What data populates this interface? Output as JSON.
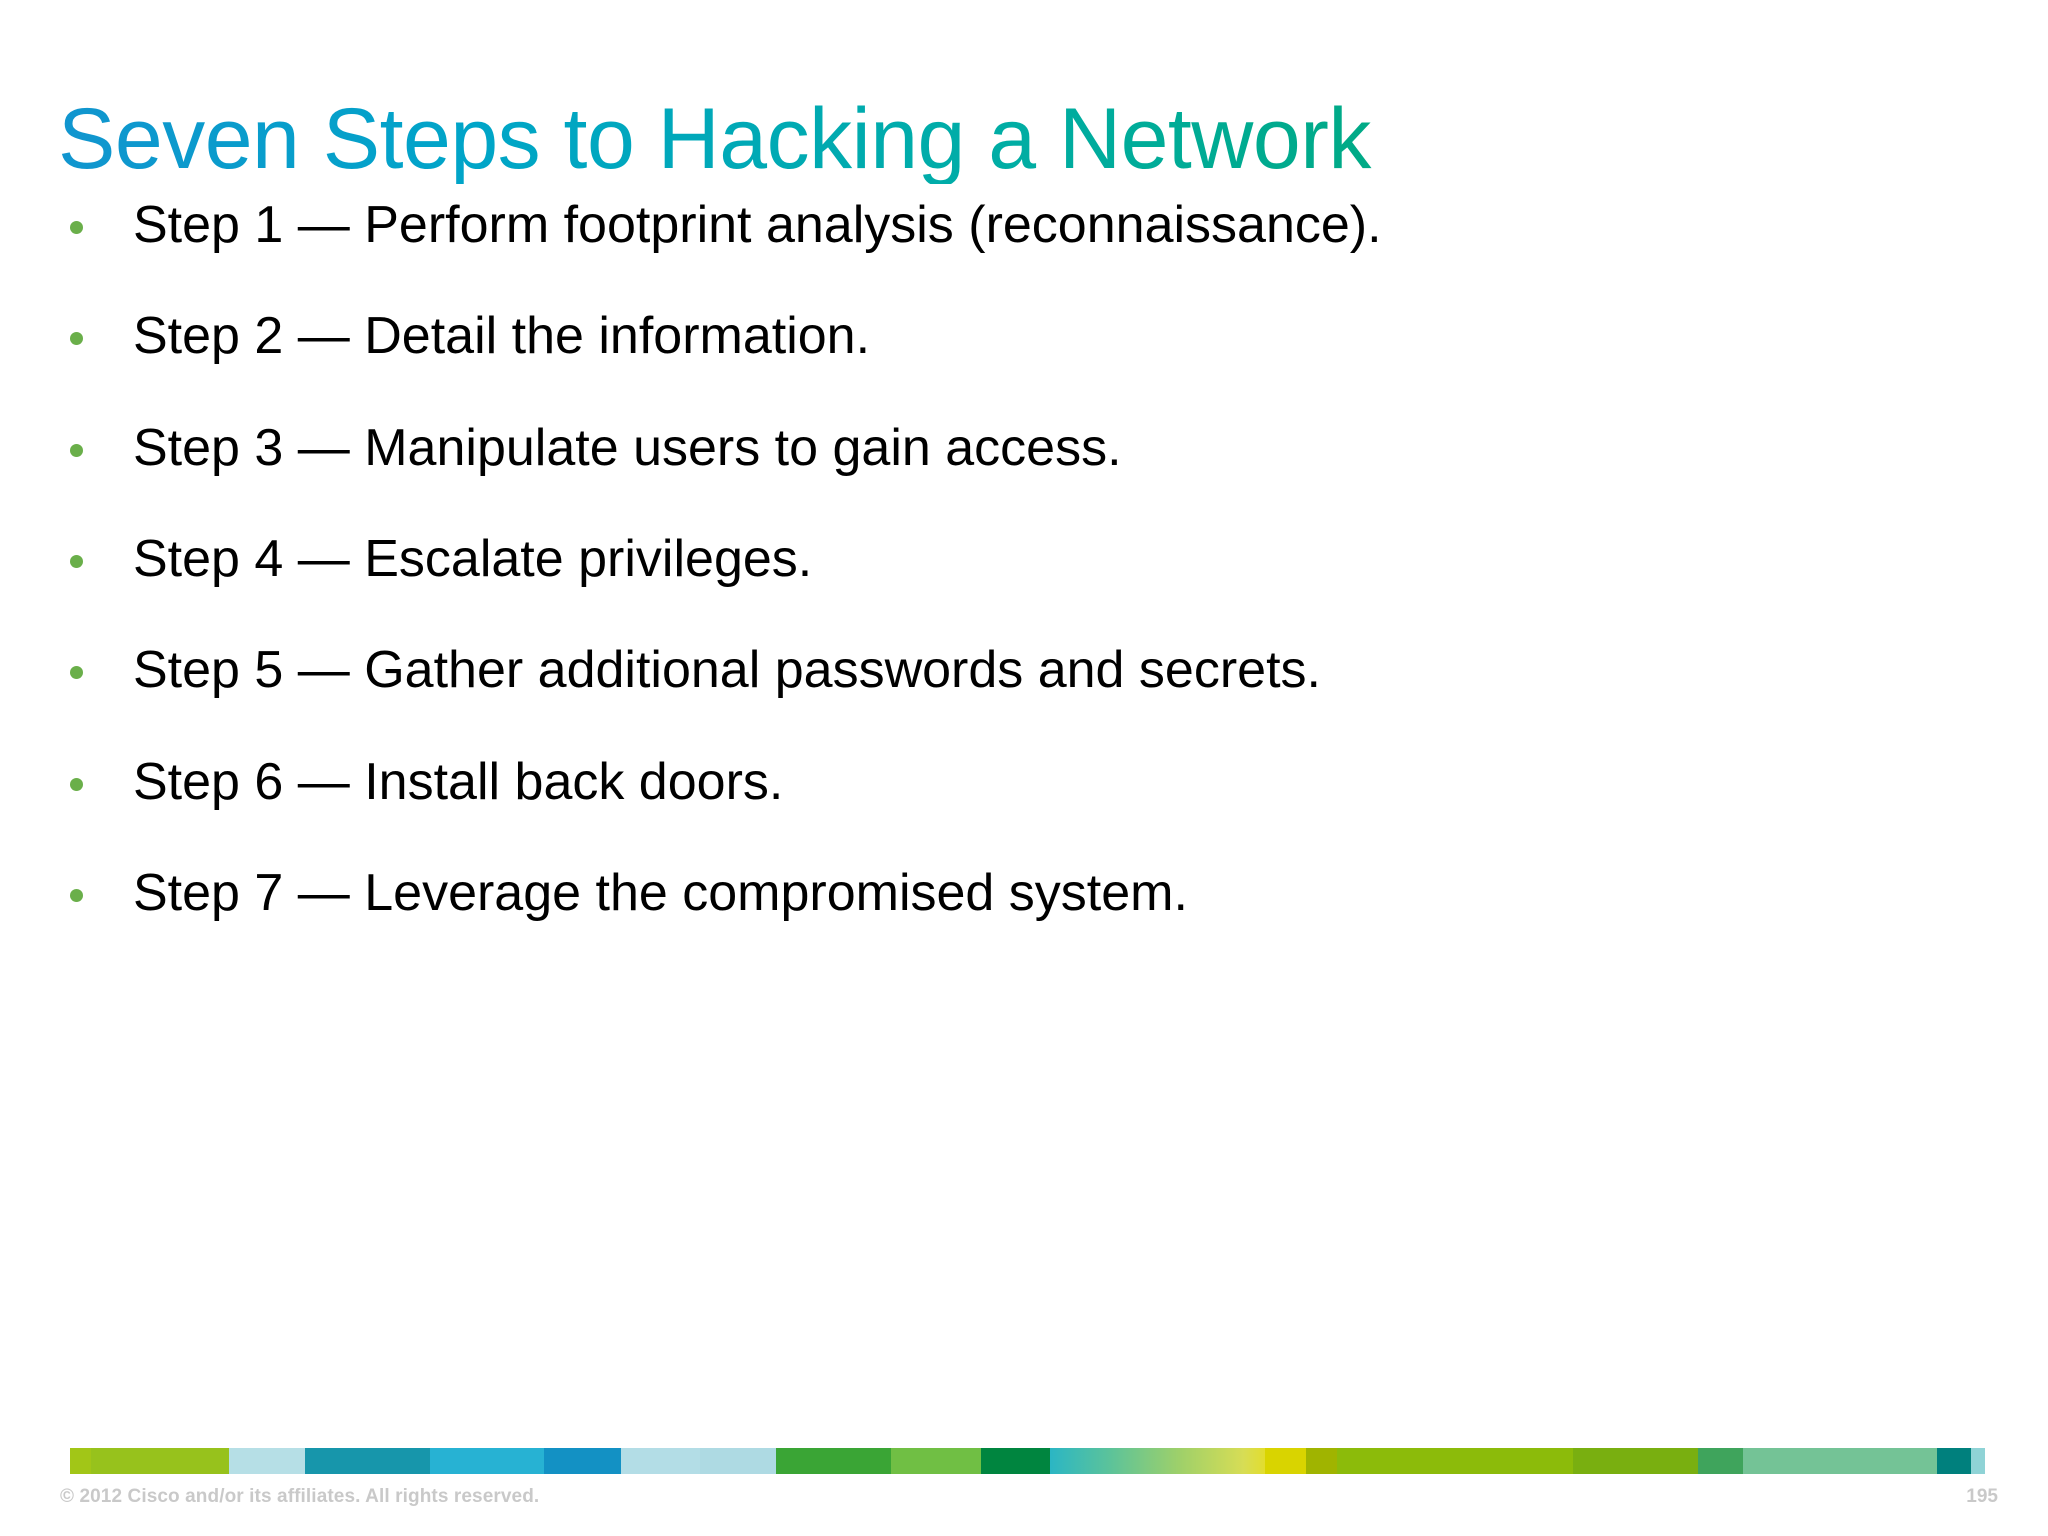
{
  "slide": {
    "title": "Seven Steps to Hacking a Network",
    "title_gradient_start": "#1195cf",
    "title_gradient_end": "#00a060",
    "bullet_color": "#6aaf4a",
    "background": "#ffffff",
    "body_text_color": "#000000"
  },
  "bullets": [
    {
      "text": "Step 1 — Perform footprint analysis (reconnaissance)."
    },
    {
      "text": "Step 2 — Detail the information."
    },
    {
      "text": "Step 3 — Manipulate users to gain access."
    },
    {
      "text": "Step 4 — Escalate privileges."
    },
    {
      "text": "Step 5 — Gather additional passwords and secrets."
    },
    {
      "text": "Step 6 — Install back doors."
    },
    {
      "text": "Step 7 — Leverage the compromised system."
    }
  ],
  "footer": {
    "copyright": "© 2012 Cisco and/or its affiliates. All rights reserved.",
    "page_number": "195",
    "text_color": "#c9c9c9",
    "color_bar": [
      {
        "flex": 0.6,
        "css": "#a2c617"
      },
      {
        "flex": 4.0,
        "css": "#97c21c"
      },
      {
        "flex": 2.2,
        "css": "#b6dfe6"
      },
      {
        "flex": 3.6,
        "css": "#1796ab"
      },
      {
        "flex": 3.3,
        "css": "#27b2d3"
      },
      {
        "flex": 2.2,
        "css": "#1391c4"
      },
      {
        "flex": 2.3,
        "css": "#b3dde6"
      },
      {
        "flex": 2.2,
        "css": "#aedae3"
      },
      {
        "flex": 3.3,
        "css": "#3aa535"
      },
      {
        "flex": 2.6,
        "css": "#70bf44"
      },
      {
        "flex": 2.0,
        "css": "#00853f"
      },
      {
        "flex": 6.2,
        "css": "linear-gradient(90deg,#2bb6c4 0%,#5cc39a 28%,#9ed06a 60%,#d7dd55 90%,#e2dd2e 100%)"
      },
      {
        "flex": 1.2,
        "css": "#d9d400"
      },
      {
        "flex": 0.9,
        "css": "#a0b400"
      },
      {
        "flex": 6.8,
        "css": "#8cbb0a"
      },
      {
        "flex": 3.6,
        "css": "#79af10"
      },
      {
        "flex": 1.3,
        "css": "#3fa45c"
      },
      {
        "flex": 5.6,
        "css": "#74c396"
      },
      {
        "flex": 1.0,
        "css": "#00807d"
      },
      {
        "flex": 0.4,
        "css": "#8fd3d6"
      }
    ]
  }
}
